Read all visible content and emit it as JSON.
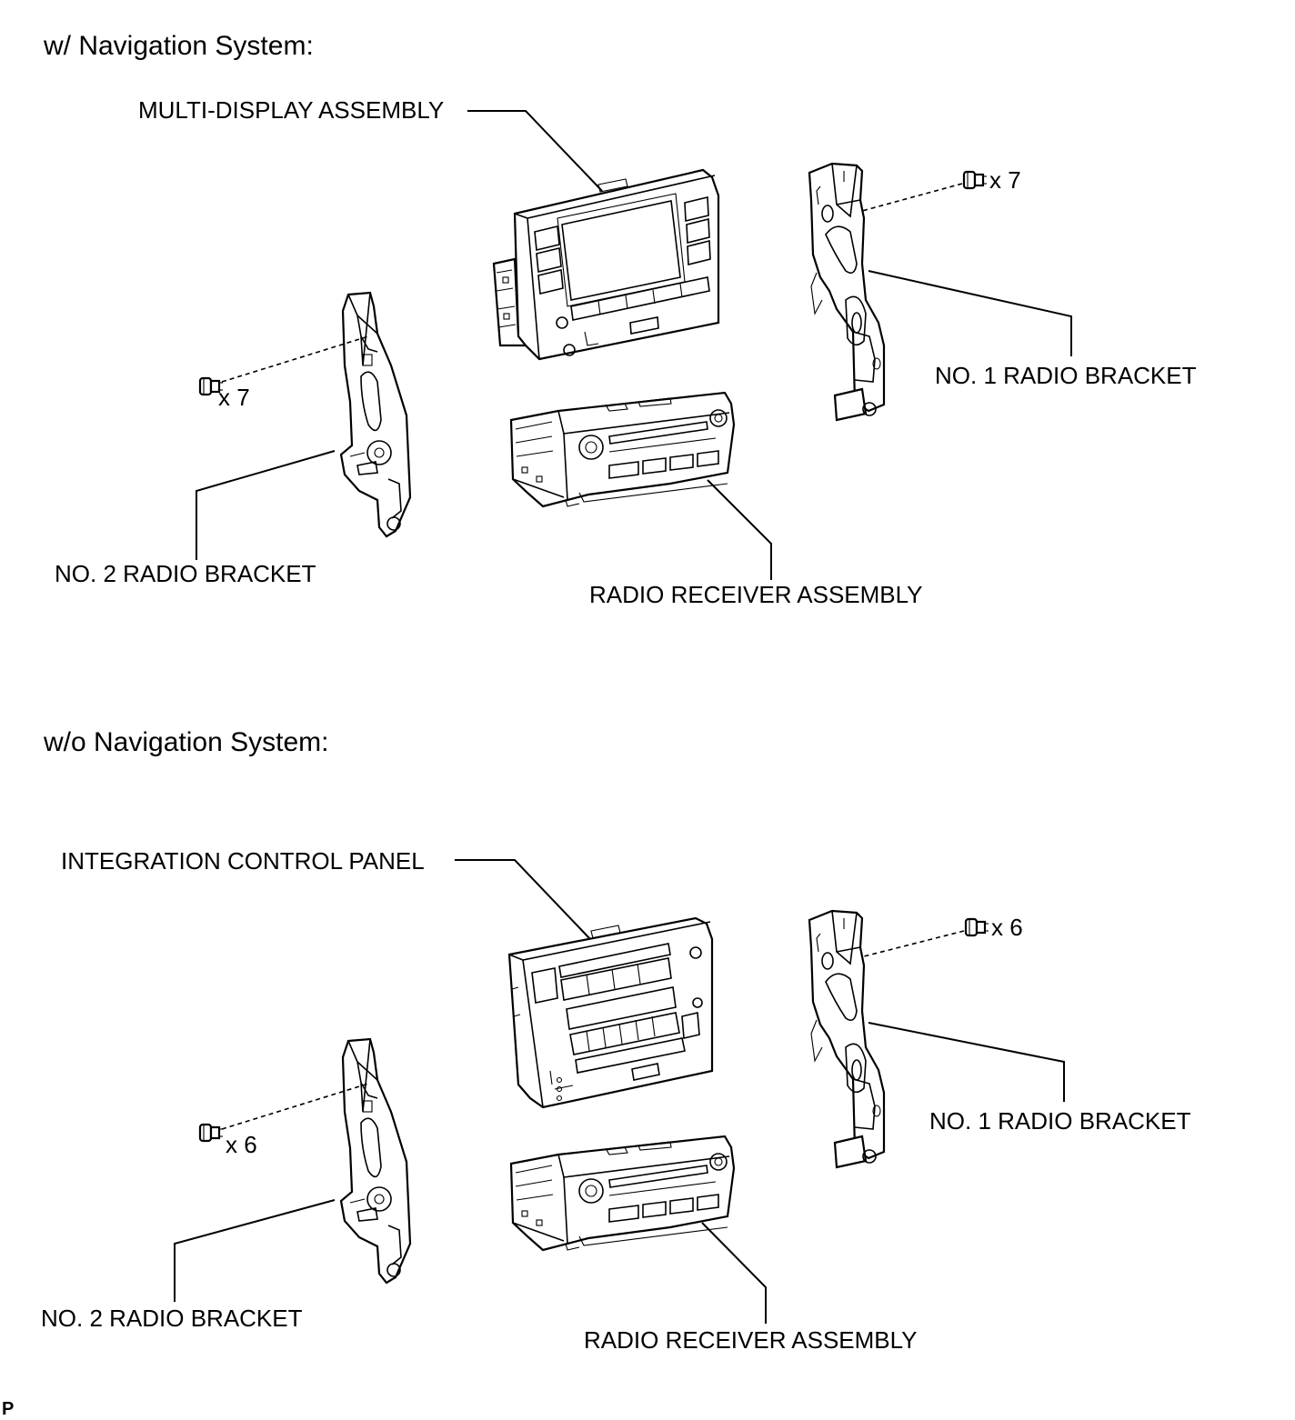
{
  "sections": [
    {
      "header": "w/ Navigation System:",
      "top_unit_label": "MULTI-DISPLAY ASSEMBLY",
      "bracket1_label": "NO. 1 RADIO BRACKET",
      "bracket2_label": "NO. 2 RADIO BRACKET",
      "receiver_label": "RADIO RECEIVER ASSEMBLY",
      "screw_qty_right": "x 7",
      "screw_qty_left": "x 7"
    },
    {
      "header": "w/o Navigation System:",
      "top_unit_label": "INTEGRATION CONTROL PANEL",
      "bracket1_label": "NO. 1 RADIO BRACKET",
      "bracket2_label": "NO. 2 RADIO BRACKET",
      "receiver_label": "RADIO RECEIVER ASSEMBLY",
      "screw_qty_right": "x 6",
      "screw_qty_left": "x 6"
    }
  ],
  "page_code": "P"
}
